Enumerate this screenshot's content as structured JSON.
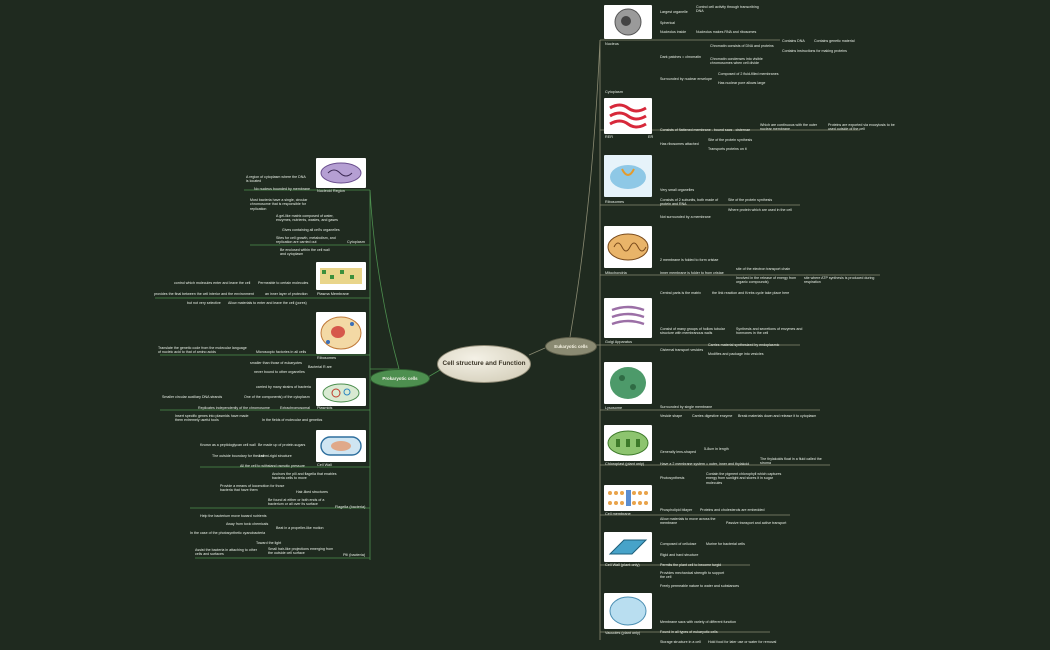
{
  "central": "Cell structure and Function",
  "colors": {
    "background": "#1f2a1f",
    "prokaryotic_line": "#4d8f4f",
    "eukaryotic_line": "#8a8a72"
  },
  "prokaryotic": {
    "label": "Prokaryotic cells",
    "nucleoid": {
      "label": "Nucleoid Region",
      "items": [
        "A region of cytoplasm where the DNA is located",
        "No nucleus bounded by membrane"
      ]
    },
    "cytoplasm": {
      "label": "Cytoplasm",
      "items": [
        "Most bacteria have a single, circular chromosome that is responsible for replication",
        "A gel-like matrix composed of water, enzymes, nutrients, wastes, and gases",
        "Gives containing all cell's organelles",
        "Sites for cell growth, metabolism, and replication are carried out",
        "Be enclosed within the cell wall and cytoplasm"
      ]
    },
    "plasma": {
      "label": "Plasma Membrane",
      "items": [
        "Permeable to certain molecules",
        "control which molecules enter and leave the cell",
        "an inner layer of protection",
        "provides the final between the cell interior and the environment",
        "Allow materials to enter and leave the cell (pores)",
        "but not very selective"
      ]
    },
    "ribosomes": {
      "label": "Ribosomes",
      "items": [
        "Microscopic factories in all cells",
        "Translate the genetic code from the molecular language of nucleic acid to that of amino acids",
        "Bacterial R are",
        "smaller than those of eukaryotes",
        "never bound to other organelles"
      ]
    },
    "plasmids": {
      "label": "Plasmids",
      "items": [
        "carried by many strains of bacteria",
        "One of the components) of the cytoplasm",
        "Smaller circular auxiliary DNA strands",
        "Extrachromosomal",
        "Replicates independently of the chromosome",
        "In the fields of molecular and genetics",
        "Insert specific genes into plasmids have made them extremely useful tools"
      ]
    },
    "cellwall": {
      "label": "Cell Wall",
      "items": [
        "Be made up of protein-sugars",
        "Known as a peptidoglycan cell wall",
        "A semi-rigid structure",
        "The outside boundary for the cell",
        "All the cell to withstand osmotic pressure",
        "Anchors the pili and flagella that enables bacteria cells to move"
      ]
    },
    "flagella": {
      "label": "Flagella (bacteria)",
      "items": [
        "Hair-liked structures",
        "Provide a means of locomotion for those bacteria that have them",
        "Be found at either or both ends of a bacterium or all over its surface",
        "Beat in a propeller-like motion",
        "Help the bacterium move toward nutrients",
        "Away from toxic chemicals",
        "In the case of the photosynthetic cyanobacteria",
        "Toward the light"
      ]
    },
    "pili": {
      "label": "Pili (bacteria)",
      "items": [
        "Small hair-like projections emerging from the outside cell surface",
        "Assist the bacteria in attaching to other cells and surfaces"
      ]
    }
  },
  "eukaryotic": {
    "label": "Eukaryotic cells",
    "nucleus": {
      "label": "Nucleus",
      "items": [
        "Largest organelle",
        "Control cell activity through transcribing DNA",
        "Spherical",
        "Nucleolus inside",
        "Nucleolus makes RNA and ribosomes",
        "Dark patches = chromatin",
        "Chromatin consists of DNA and proteins",
        "Contains DNA",
        "Contains genetic material",
        "Contains instructions for making proteins",
        "Chromatin condenses into visible chromosomes when cell divide",
        "Surrounded by nuclear envelope",
        "Composed of 2 fluid-filled membranes",
        "Has nuclear pore allows large"
      ]
    },
    "cytoplasm_label": "Cytoplasm",
    "rer": {
      "label": "RER",
      "suffix": "ER",
      "items": [
        "Consists of flattened membrane - bound sacs - cisternae",
        "Which are continuous with the outer nuclear membrane",
        "Proteins are exported via exocytosis to be used outside of the cell",
        "Has ribosomes attached",
        "Site of the protein synthesis",
        "Transports proteins on it"
      ]
    },
    "ribosomes": {
      "label": "Ribosomes",
      "items": [
        "Very small organelles",
        "Consists of 2 subunits, both made of protein and RNA",
        "Site of the protein synthesis",
        "Where protein which are used in the cell",
        "Not surrounded by a membrane"
      ]
    },
    "mito": {
      "label": "Mitochondria",
      "items": [
        "2 membrane is folded to form cristae",
        "Inner membrane is folder to from cristae",
        "site of the electron transport chain",
        "Involved in the release of energy from organic compounds)",
        "site where ATP synthesis is produced during respiration",
        "Central parts is the matrix",
        "the link reaction and Krebs cycle take place here"
      ]
    },
    "golgi": {
      "label": "Golgi Apparatus",
      "items": [
        "Consist of many groups of hollow tubular structure with membranous walls",
        "Synthesis and secretions of enzymes and hormones in the cell",
        "Cisternal transport vesicles",
        "Carries material synthesized by endoplasmic",
        "Modifies and package into vesicles"
      ]
    },
    "lyso": {
      "label": "Lysosome",
      "items": [
        "Surrounded by single membrane",
        "Vesicle shape",
        "Carries digestive enzyme",
        "Break materials down and release it to cytoplasm"
      ]
    },
    "chloro": {
      "label": "Chloroplast (plant only)",
      "items": [
        "Generally lens-shaped",
        "5-8um in length",
        "Have a 2 membrane system = outer, inner and thylakoid",
        "The thylakoids float in a fluid called the stroma",
        "Photosynthesis",
        "Contain the pigment chlorophyll which captures energy from sunlight and stores it in sugar molecules"
      ]
    },
    "membrane": {
      "label": "Cell membrane",
      "items": [
        "Phospholipid bilayer",
        "Proteins and cholesterols are embedded",
        "Allow materials to move across the membrane",
        "Passive transport and active transport"
      ]
    },
    "wall": {
      "label": "Cell Wall (plant only)",
      "items": [
        "Composed of cellulose",
        "Murine for bacterial cells",
        "Rigid and hard structure",
        "Permits the plant cell to become turgid",
        "Provides mechanical strength to support the cell",
        "Freely permeable nature to water and substances"
      ]
    },
    "vacuole": {
      "label": "Vacuoles (plant only)",
      "items": [
        "Membrane sacs with variety of different function",
        "Found in all types of eukaryotic cells",
        "Storage structure in a cell",
        "Hold food for later use or water for removal"
      ]
    }
  }
}
